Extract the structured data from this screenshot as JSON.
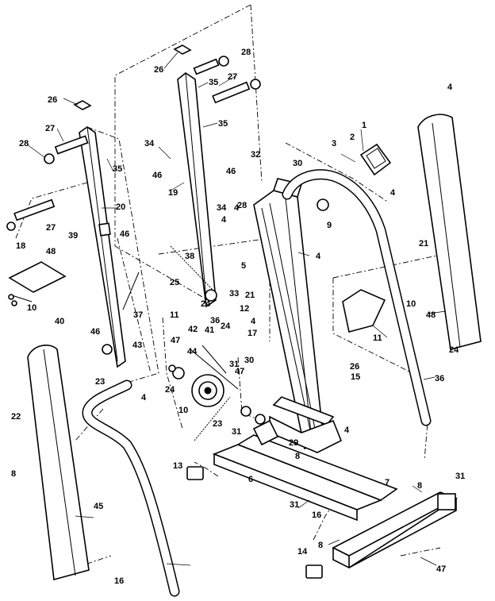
{
  "diagram": {
    "callouts": [
      {
        "id": "c-top-28-right",
        "text": "28"
      },
      {
        "id": "c-26-top",
        "text": "26"
      },
      {
        "id": "c-27-top",
        "text": "27"
      },
      {
        "id": "c-35-a",
        "text": "35"
      },
      {
        "id": "c-26-left",
        "text": "26"
      },
      {
        "id": "c-35-b",
        "text": "35"
      },
      {
        "id": "c-28-left",
        "text": "28"
      },
      {
        "id": "c-27-left",
        "text": "27"
      },
      {
        "id": "c-35-c",
        "text": "35"
      },
      {
        "id": "c-34-a",
        "text": "34"
      },
      {
        "id": "c-46-a",
        "text": "46"
      },
      {
        "id": "c-19",
        "text": "19"
      },
      {
        "id": "c-46-b",
        "text": "46"
      },
      {
        "id": "c-32",
        "text": "32"
      },
      {
        "id": "c-30-top",
        "text": "30"
      },
      {
        "id": "c-3",
        "text": "3"
      },
      {
        "id": "c-2",
        "text": "2"
      },
      {
        "id": "c-1",
        "text": "1"
      },
      {
        "id": "c-4-top-right",
        "text": "4"
      },
      {
        "id": "c-20",
        "text": "20"
      },
      {
        "id": "c-34-b",
        "text": "34"
      },
      {
        "id": "c-4-a",
        "text": "4"
      },
      {
        "id": "c-4-b",
        "text": "4"
      },
      {
        "id": "c-9",
        "text": "9"
      },
      {
        "id": "c-4-c",
        "text": "4"
      },
      {
        "id": "c-27-mid",
        "text": "27"
      },
      {
        "id": "c-39",
        "text": "39"
      },
      {
        "id": "c-46-c",
        "text": "46"
      },
      {
        "id": "c-28-mid",
        "text": "28"
      },
      {
        "id": "c-18",
        "text": "18"
      },
      {
        "id": "c-48-a",
        "text": "48"
      },
      {
        "id": "c-38",
        "text": "38"
      },
      {
        "id": "c-5",
        "text": "5"
      },
      {
        "id": "c-4-d",
        "text": "4"
      },
      {
        "id": "c-21-left",
        "text": "21"
      },
      {
        "id": "c-10-a",
        "text": "10"
      },
      {
        "id": "c-25",
        "text": "25"
      },
      {
        "id": "c-33",
        "text": "33"
      },
      {
        "id": "c-21-right",
        "text": "21"
      },
      {
        "id": "c-10-b",
        "text": "10"
      },
      {
        "id": "c-37",
        "text": "37"
      },
      {
        "id": "c-11-a",
        "text": "11"
      },
      {
        "id": "c-24-a",
        "text": "24"
      },
      {
        "id": "c-12",
        "text": "12"
      },
      {
        "id": "c-48-b",
        "text": "48"
      },
      {
        "id": "c-36-a",
        "text": "36"
      },
      {
        "id": "c-4-e",
        "text": "4"
      },
      {
        "id": "c-40",
        "text": "40"
      },
      {
        "id": "c-42",
        "text": "42"
      },
      {
        "id": "c-41",
        "text": "41"
      },
      {
        "id": "c-24-b",
        "text": "24"
      },
      {
        "id": "c-17",
        "text": "17"
      },
      {
        "id": "c-11-b",
        "text": "11"
      },
      {
        "id": "c-46-d",
        "text": "46"
      },
      {
        "id": "c-43",
        "text": "43"
      },
      {
        "id": "c-47-right",
        "text": "47"
      },
      {
        "id": "c-24-c",
        "text": "24"
      },
      {
        "id": "c-44",
        "text": "44"
      },
      {
        "id": "c-31-a",
        "text": "31"
      },
      {
        "id": "c-30-mid",
        "text": "30"
      },
      {
        "id": "c-26-bottom",
        "text": "26"
      },
      {
        "id": "c-23-a",
        "text": "23"
      },
      {
        "id": "c-24-d",
        "text": "24"
      },
      {
        "id": "c-47-mid",
        "text": "47"
      },
      {
        "id": "c-15",
        "text": "15"
      },
      {
        "id": "c-36-b",
        "text": "36"
      },
      {
        "id": "c-4-f",
        "text": "4"
      },
      {
        "id": "c-22",
        "text": "22"
      },
      {
        "id": "c-10-c",
        "text": "10"
      },
      {
        "id": "c-23-b",
        "text": "23"
      },
      {
        "id": "c-31-b",
        "text": "31"
      },
      {
        "id": "c-4-g",
        "text": "4"
      },
      {
        "id": "c-8-a",
        "text": "8"
      },
      {
        "id": "c-29",
        "text": "29"
      },
      {
        "id": "c-8-b",
        "text": "8"
      },
      {
        "id": "c-13",
        "text": "13"
      },
      {
        "id": "c-45",
        "text": "45"
      },
      {
        "id": "c-6",
        "text": "6"
      },
      {
        "id": "c-31-c",
        "text": "31"
      },
      {
        "id": "c-7",
        "text": "7"
      },
      {
        "id": "c-8-c",
        "text": "8"
      },
      {
        "id": "c-31-d",
        "text": "31"
      },
      {
        "id": "c-16-right",
        "text": "16"
      },
      {
        "id": "c-8-d",
        "text": "8"
      },
      {
        "id": "c-14",
        "text": "14"
      },
      {
        "id": "c-47-bottom",
        "text": "47"
      },
      {
        "id": "c-16-bottom",
        "text": "16"
      }
    ]
  }
}
